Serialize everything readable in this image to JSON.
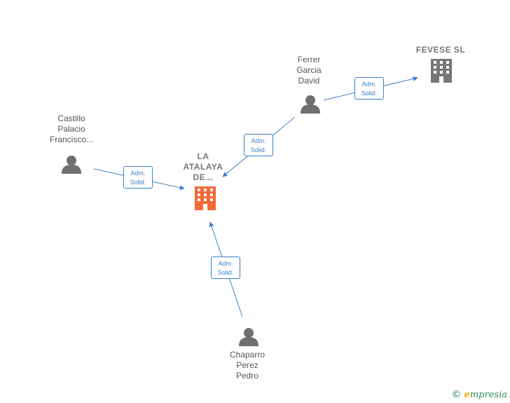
{
  "nodes": {
    "castillo": {
      "label": "Castillo\nPalacio\nFrancisco..."
    },
    "ferrer": {
      "label": "Ferrer\nGarcia\nDavid"
    },
    "chaparro": {
      "label": "Chaparro\nPerez\nPedro"
    },
    "atalaya": {
      "label": "LA\nATALAYA\nDE..."
    },
    "fevese": {
      "label": "FEVESE  SL"
    }
  },
  "edges": {
    "castillo_atalaya": "Adm.\nSolid.",
    "ferrer_atalaya": "Adm.\nSolid.",
    "ferrer_fevese": "Adm.\nSolid.",
    "chaparro_atalaya": "Adm.\nSolid."
  },
  "colors": {
    "edge": "#3d7fc9",
    "person": "#6f6f6f",
    "company": "#777777",
    "main_company": "#f26a35"
  },
  "brand": {
    "copyright": "©",
    "e": "e",
    "rest": "mpresia"
  }
}
